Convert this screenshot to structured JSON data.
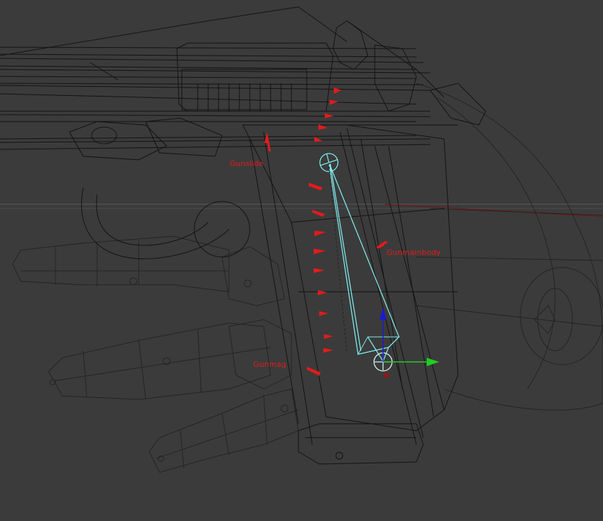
{
  "viewport": {
    "background": "#3b3b3b",
    "wire_color": "#0c0c0c",
    "bone_color": "#7fe9ec",
    "annotation_color": "#e31b1b"
  },
  "labels": {
    "gunslide": "Gunslide",
    "gunmainbody": "Gunmainbody",
    "gunmag": "Gunmag"
  },
  "gizmo": {
    "x_axis_color": "#22cc22",
    "z_axis_color": "#1a1ad0",
    "pivot_color": "#8b1a1a"
  }
}
